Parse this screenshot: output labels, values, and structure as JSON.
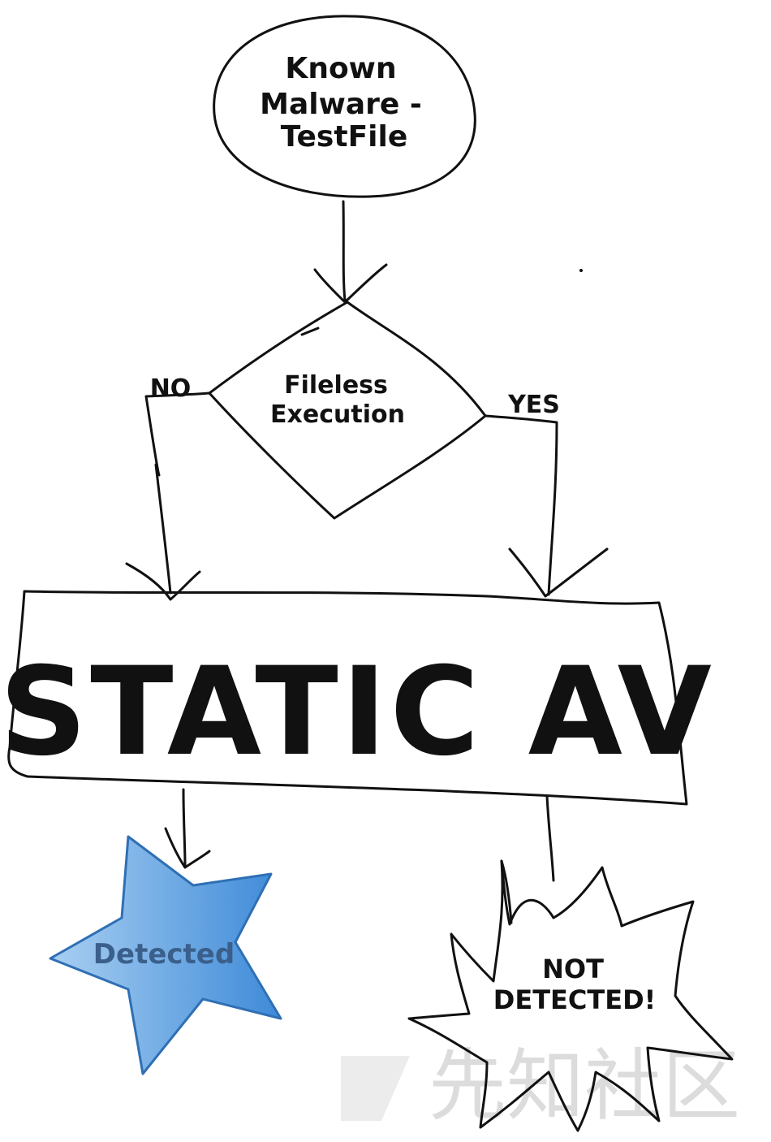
{
  "flowchart": {
    "start": {
      "line1": "Known",
      "line2": "Malware -",
      "line3": "TestFile"
    },
    "decision": {
      "line1": "Fileless",
      "line2": "Execution"
    },
    "branch_no": "NO",
    "branch_yes": "YES",
    "engine": "STATIC AV",
    "outcome_detected": "Detected",
    "outcome_not_detected": {
      "line1": "NOT",
      "line2": "DETECTED!"
    }
  },
  "watermark": "先知社区",
  "colors": {
    "ink": "#111111",
    "star_fill_light": "#a9cff2",
    "star_fill_dark": "#3e8ad8",
    "star_stroke": "#2f6fb4",
    "detected_text": "#3a5f8a"
  }
}
